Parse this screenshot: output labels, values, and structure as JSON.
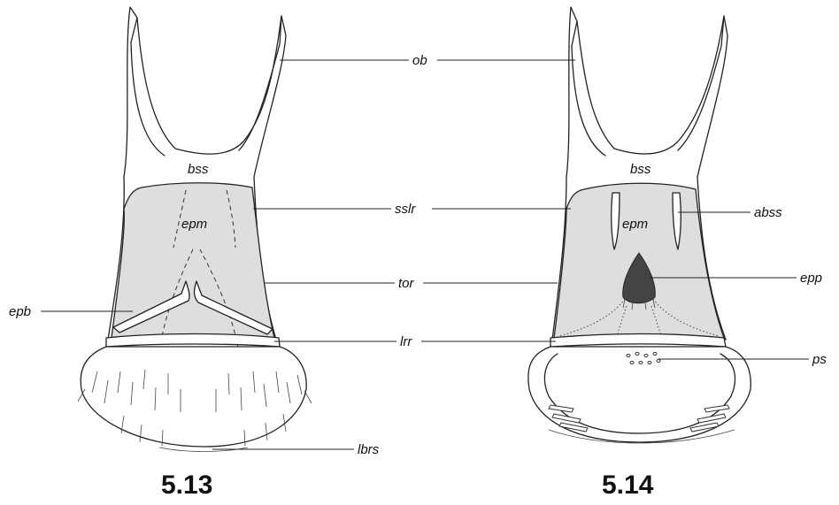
{
  "figures": [
    {
      "number": "5.13"
    },
    {
      "number": "5.14"
    }
  ],
  "labels": {
    "ob": "ob",
    "bss": "bss",
    "sslr": "sslr",
    "abss": "abss",
    "epm": "epm",
    "tor": "tor",
    "epp": "epp",
    "epb": "epb",
    "lrr": "lrr",
    "ps": "ps",
    "lbrs": "lbrs"
  }
}
